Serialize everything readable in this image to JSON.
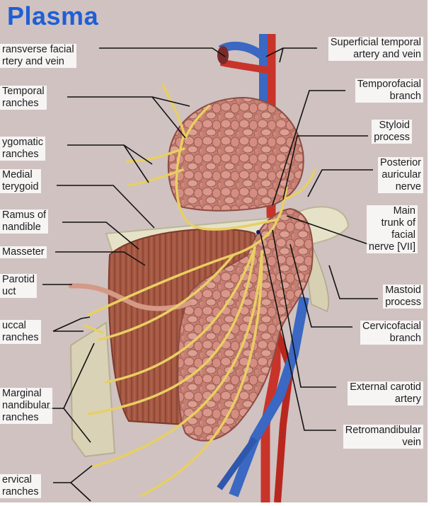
{
  "title": "Plasma",
  "labels_left": {
    "transverse_facial": "ransverse facial\nrtery and vein",
    "temporal": "Temporal\nranches",
    "zygomatic": "ygomatic\nranches",
    "medial_pterygoid": "Medial\nterygoid",
    "ramus": "Ramus of\nnandible",
    "masseter": "Masseter",
    "parotid_duct": "Parotid\nuct",
    "buccal": "uccal\nranches",
    "marginal": "Marginal\nnandibular\nranches",
    "cervical": "ervical\nranches"
  },
  "labels_right": {
    "superficial_temporal": "Superficial temporal\nartery and vein",
    "temporofacial": "Temporofacial\nbranch",
    "styloid": "Styloid\nprocess",
    "posterior_auricular": "Posterior\nauricular\nnerve",
    "main_trunk": "Main\ntrunk of\nfacial\nnerve [VII]",
    "mastoid": "Mastoid\nprocess",
    "cervicofacial": "Cervicofacial\nbranch",
    "external_carotid": "External carotid\nartery",
    "retromandibular": "Retromandibular\nvein"
  },
  "colors": {
    "brand": "#1f5fd6",
    "background": "#cfc2c1",
    "gland": "#c98478",
    "muscle": "#a65a45",
    "nerve": "#e8cf63",
    "artery": "#c8342a",
    "vein": "#3a68c2",
    "bone": "#e6e2c8"
  }
}
